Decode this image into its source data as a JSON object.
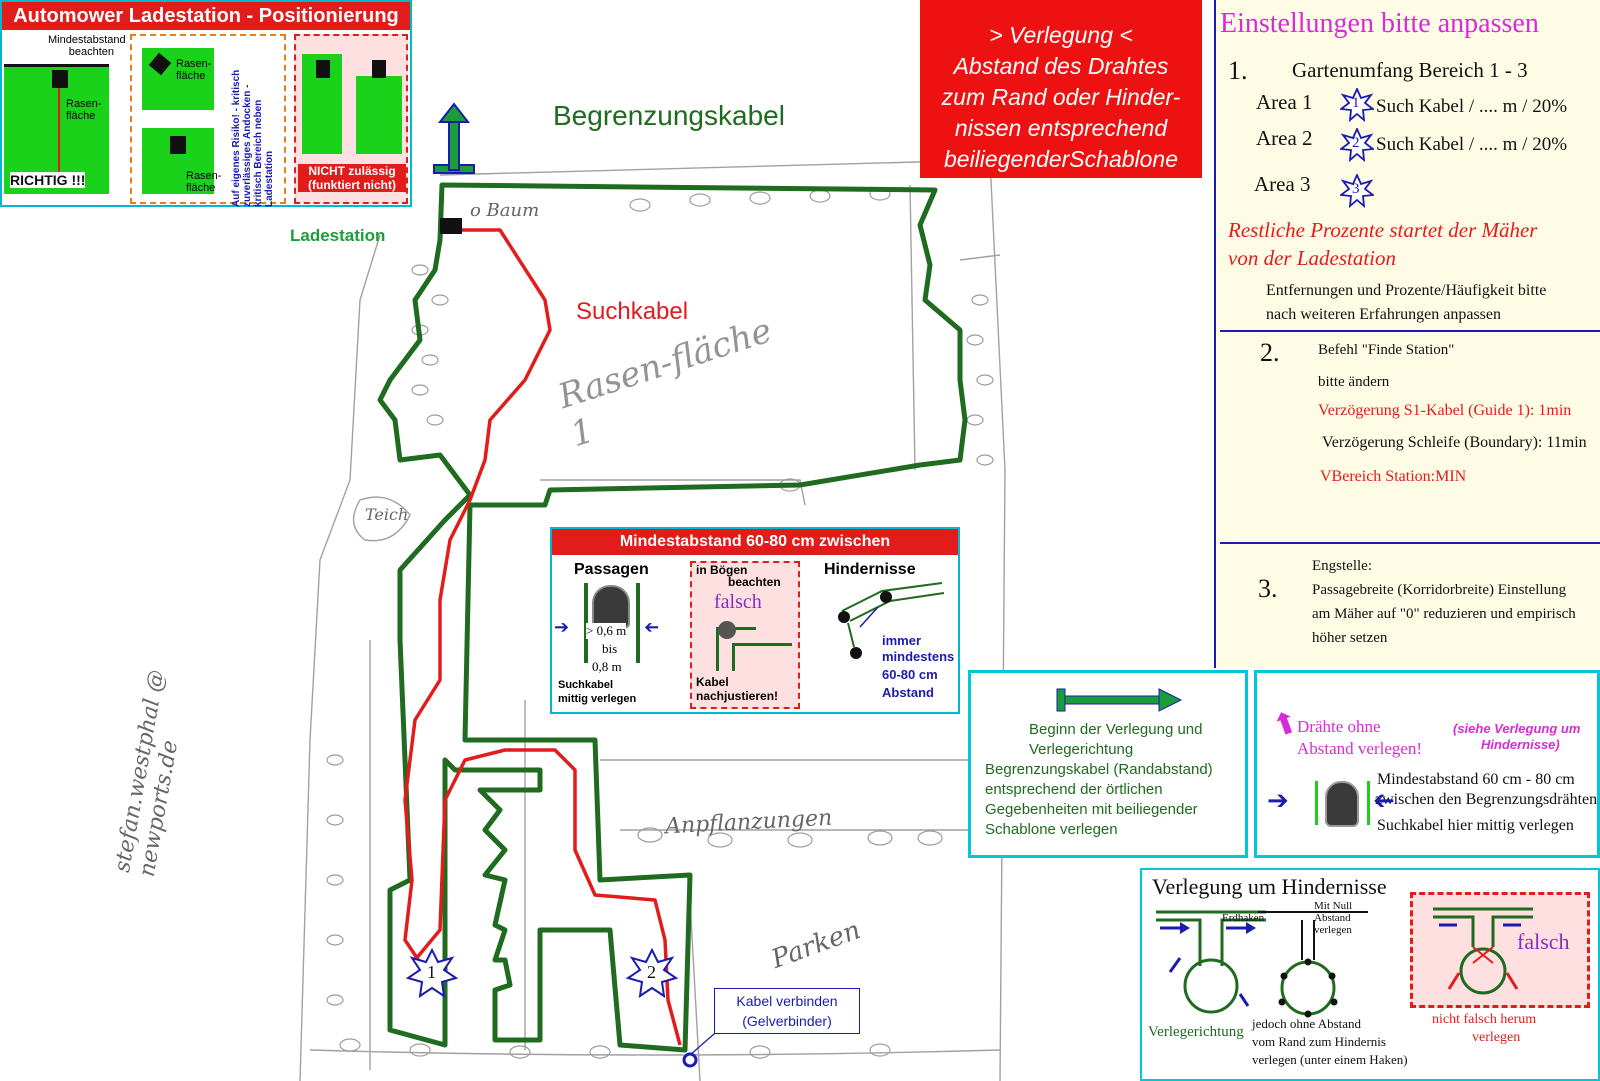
{
  "top_left_legend": {
    "title": "Automower Ladestation - Positionierung",
    "min_abstand_label": "Mindestabstand beachten",
    "rasen_label_1": "Rasen-\nfläche",
    "rasen_label_2": "Rasen-\nfläche",
    "rasen_label_3": "Rasen-\nfläche",
    "richtig": "RICHTIG !!!",
    "risk_text": "Auf eigenes Risiko! - kritisch zuverlässiges Andocken - kritisch Bereich neben Ladestation",
    "nicht_zulaessig": "NICHT zulässig (funktiert nicht)"
  },
  "verlegung_box": {
    "line1": "> Verlegung <",
    "line2": "Abstand des Drahtes",
    "line3": "zum Rand oder Hinder-",
    "line4": "nissen entsprechend",
    "line5": "beiliegenderSchablone"
  },
  "plan": {
    "begrenzungskabel": "Begrenzungskabel",
    "suchkabel": "Suchkabel",
    "ladestation": "Ladestation",
    "baum": "o Baum",
    "rasen": "Rasen-fläche 1",
    "teich": "Teich",
    "parken": "Parken",
    "anpflanzungen": "Anpflanzungen",
    "area1_marker": "1",
    "area2_marker": "2",
    "kabel_verbinden": "Kabel verbinden",
    "gelverbinder": "(Gelverbinder)"
  },
  "settings": {
    "title": "Einstellungen bitte anpassen",
    "s1_num": "1.",
    "s1_title": "Gartenumfang Bereich 1 - 3",
    "area1": "Area 1",
    "area1_val": "Such Kabel / .... m / 20%",
    "area2": "Area 2",
    "area2_val": "Such Kabel / .... m / 20%",
    "area3": "Area 3",
    "star1": "1",
    "star2": "2",
    "star3": "3",
    "rest_line1": "Restliche Prozente  startet der Mäher",
    "rest_line2": "von der Ladestation",
    "entf_line1": "Entfernungen und Prozente/Häufigkeit bitte",
    "entf_line2": "nach weiteren Erfahrungen anpassen",
    "s2_num": "2.",
    "s2_line1": "Befehl \"Finde Station\"",
    "s2_line2": "bitte ändern",
    "s2_line3": "Verzögerung S1-Kabel (Guide 1): 1min",
    "s2_line4": "Verzögerung Schleife (Boundary): 11min",
    "s2_line5": "VBereich Station:MIN",
    "s3_num": "3.",
    "s3_line1": "Engstelle:",
    "s3_line2": "Passagebreite (Korridorbreite) Einstellung",
    "s3_line3": "am Mäher auf \"0\" reduzieren und empirisch",
    "s3_line4": "höher setzen"
  },
  "mindist": {
    "title": "Mindestabstand 60-80 cm zwischen Begrenzungsdrähten",
    "passagen": "Passagen",
    "dist1": "> 0,6 m",
    "dist2": "bis",
    "dist3": "0,8 m",
    "suchkabel1": "Suchkabel",
    "suchkabel2": "mittig verlegen",
    "boegen1": "in Bögen",
    "boegen2": "beachten",
    "falsch": "falsch",
    "nachjust1": "Kabel",
    "nachjust2": "nachjustieren!",
    "hindernisse": "Hindernisse",
    "immer1": "immer",
    "immer2": "mindestens",
    "immer3": "60-80 cm",
    "immer4": "Abstand"
  },
  "beginn_box": {
    "line1": "Beginn der Verlegung und",
    "line2": "Verlegerichtung",
    "line3": "Begrenzungskabel (Randabstand)",
    "line4": "entsprechend der örtlichen",
    "line5": "Gegebenheiten mit beiliegender",
    "line6": "Schablone verlegen"
  },
  "draehte_box": {
    "line1": "Drähte ohne",
    "line2": "Abstand verlegen!",
    "note1": "(siehe Verlegung um",
    "note2": "Hindernisse)",
    "min1": "Mindestabstand 60 cm - 80 cm",
    "min2": "zwischen den Begrenzungsdrähten",
    "mittig": "Suchkabel hier mittig verlegen"
  },
  "hindernisse_box": {
    "title": "Verlegung um Hindernisse",
    "verlegerichtung": "Verlegerichtung",
    "erdhaken": "Erdhaken",
    "mit_null1": "Mit Null",
    "mit_null2": "Abstand",
    "mit_null3": "verlegen",
    "falsch": "falsch",
    "jedoch1": "jedoch ohne Abstand",
    "jedoch2": "vom Rand zum Hindernis",
    "jedoch3": "verlegen (unter einem Haken)",
    "nicht1": "nicht falsch herum",
    "nicht2": "verlegen"
  },
  "watermark": "stefan.westphal @ newports.de",
  "colors": {
    "boundary": "#1f6b1f",
    "guide": "#e21b1b",
    "accent_red": "#ee1111",
    "cyan": "#00c8d8",
    "navy": "#1b1bb0"
  }
}
